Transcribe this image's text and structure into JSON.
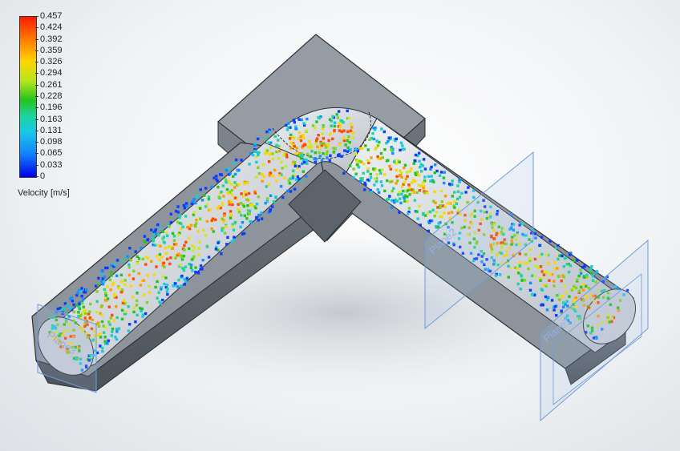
{
  "legend": {
    "title": "Velocity [m/s]",
    "ticks": [
      "0.457",
      "0.424",
      "0.392",
      "0.359",
      "0.326",
      "0.294",
      "0.261",
      "0.228",
      "0.196",
      "0.163",
      "0.131",
      "0.098",
      "0.065",
      "0.033",
      "0"
    ]
  },
  "planes": [
    "Plane3",
    "Plane2",
    "Plane1"
  ],
  "colors": {
    "body": "#8e969f",
    "body_dark": "#5d646c",
    "channel": "#d9dde2",
    "plane_edge": "#6f9bd8"
  }
}
